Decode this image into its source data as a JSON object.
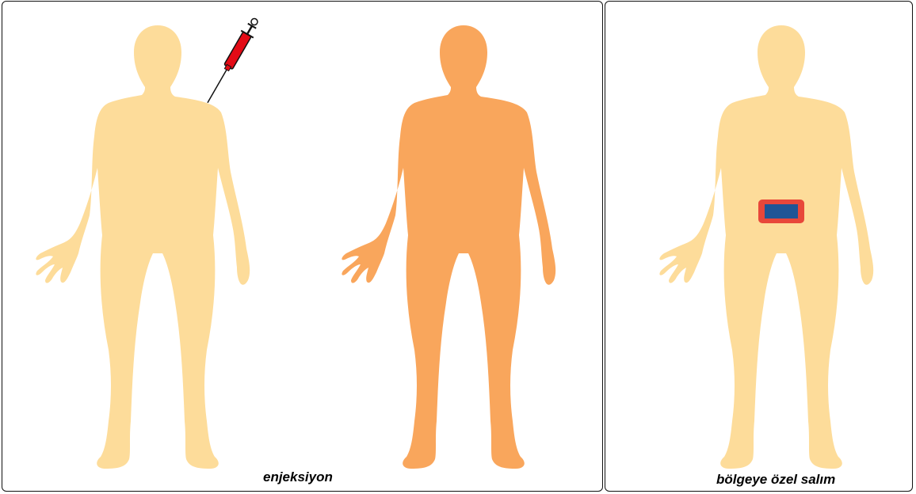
{
  "colors": {
    "body_light": "#fddc9a",
    "body_dark": "#f9a65c",
    "syringe_barrel": "#e30b16",
    "patch_outer": "#e8473a",
    "patch_inner": "#1f5596",
    "border": "#111111"
  },
  "icons": [
    "syringe-icon",
    "patch-icon"
  ],
  "panels": [
    {
      "caption": "enjeksiyon",
      "figures": [
        {
          "fill": "body_light",
          "overlay": "syringe-icon"
        },
        {
          "fill": "body_dark",
          "overlay": null
        }
      ]
    },
    {
      "caption": "bölgeye özel salım",
      "figures": [
        {
          "fill": "body_light",
          "overlay": "patch-icon"
        }
      ]
    }
  ]
}
